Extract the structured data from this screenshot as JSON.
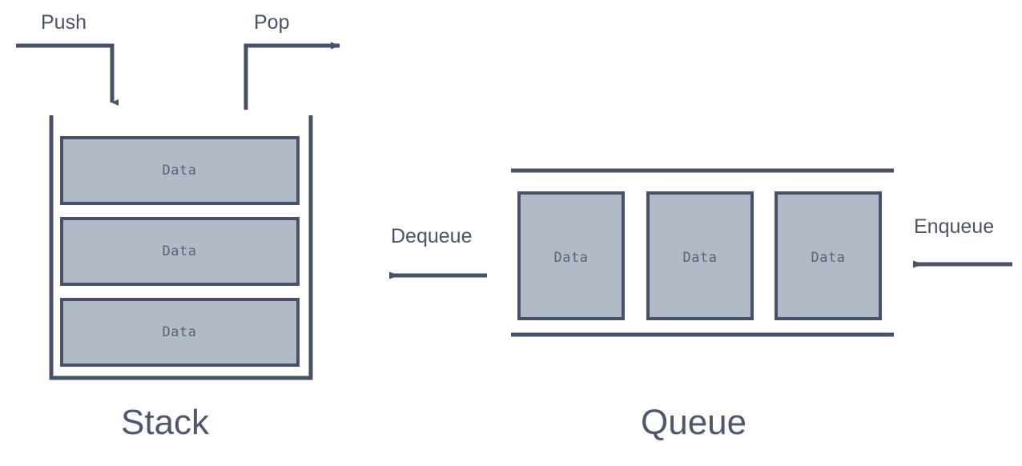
{
  "diagram": {
    "title_hidden": "Stack and Queue data structures",
    "colors": {
      "stroke": "#475169",
      "box_fill": "#b2bac7",
      "box_stroke": "#48516a",
      "text": "#4a5468",
      "title_text": "#4e586c",
      "data_text": "#5a6376",
      "background": "#ffffff"
    }
  },
  "stack": {
    "title": "Stack",
    "push_label": "Push",
    "pop_label": "Pop",
    "items": [
      {
        "label": "Data"
      },
      {
        "label": "Data"
      },
      {
        "label": "Data"
      }
    ]
  },
  "queue": {
    "title": "Queue",
    "dequeue_label": "Dequeue",
    "enqueue_label": "Enqueue",
    "items": [
      {
        "label": "Data"
      },
      {
        "label": "Data"
      },
      {
        "label": "Data"
      }
    ]
  }
}
